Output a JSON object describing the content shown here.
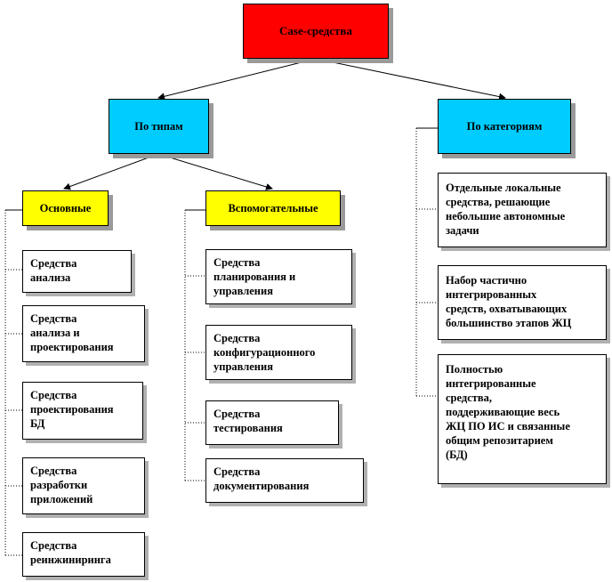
{
  "root": {
    "label": "Case-средства",
    "color": "#ff0000"
  },
  "by_type": {
    "label": "По типам",
    "color": "#00ccff"
  },
  "by_category": {
    "label": "По категориям",
    "color": "#00ccff"
  },
  "main": {
    "label": "Основные",
    "color": "#ffff00"
  },
  "auxiliary": {
    "label": "Вспомогательные",
    "color": "#ffff00"
  },
  "main_items": [
    {
      "lines": [
        "Средства",
        "анализа"
      ]
    },
    {
      "lines": [
        "Средства",
        "анализа и",
        "проектирования"
      ]
    },
    {
      "lines": [
        "Средства",
        "проектирования",
        "БД"
      ]
    },
    {
      "lines": [
        "Средства",
        "разработки",
        "приложений"
      ]
    },
    {
      "lines": [
        "Средства",
        "реинжиниринга"
      ]
    }
  ],
  "aux_items": [
    {
      "lines": [
        "Средства",
        "планирования и",
        "управления"
      ]
    },
    {
      "lines": [
        "Средства",
        "конфигурационного",
        "управления"
      ]
    },
    {
      "lines": [
        "Средства",
        "тестирования"
      ]
    },
    {
      "lines": [
        "Средства",
        "документирования"
      ]
    }
  ],
  "category_items": [
    {
      "lines": [
        "Отдельные локальные",
        "средства, решающие",
        "небольшие автономные",
        "задачи"
      ]
    },
    {
      "lines": [
        "Набор частично",
        "интегрированных",
        "средств, охватывающих",
        "большинство этапов ЖЦ"
      ]
    },
    {
      "lines": [
        "Полностью",
        "интегрированные",
        "средства,",
        "поддерживающие весь",
        "ЖЦ ПО ИС и связанные",
        "общим репозитарием",
        "(БД)"
      ]
    }
  ]
}
